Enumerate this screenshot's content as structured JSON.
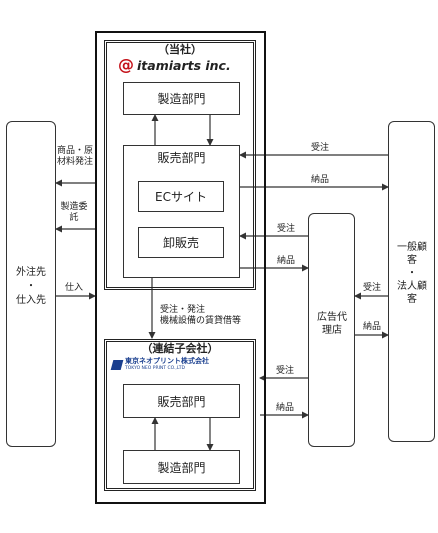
{
  "company": {
    "heading": "（当社）",
    "logo": "itamiarts inc.",
    "manufacturing": "製造部門",
    "sales": "販売部門",
    "ec_site": "ECサイト",
    "wholesale": "卸販売"
  },
  "subsidiary": {
    "heading": "（連結子会社）",
    "logo": "東京ネオプリント株式会社",
    "logo_sub": "TOKYO NEO PRINT CO.,LTD",
    "sales": "販売部門",
    "manufacturing": "製造部門"
  },
  "entities": {
    "outsource_line1": "外注先",
    "outsource_dot": "・",
    "outsource_line2": "仕入先",
    "agency": "広告代理店",
    "customer_line1": "一般顧客",
    "customer_dot": "・",
    "customer_line2": "法人顧客"
  },
  "labels": {
    "goods_materials_order": "商品・原材料発注",
    "manufacturing_order": "製造委託",
    "purchase": "仕入",
    "order_receipt_company": "受注",
    "delivery_company": "納品",
    "agency_order_company": "受注",
    "agency_delivery_company": "納品",
    "customer_order_agency": "受注",
    "customer_delivery_agency": "納品",
    "agency_order_sub": "受注",
    "agency_delivery_sub": "納品",
    "intercompany_line1": "受注・発注",
    "intercompany_line2": "機械設備の賃貸借等"
  }
}
